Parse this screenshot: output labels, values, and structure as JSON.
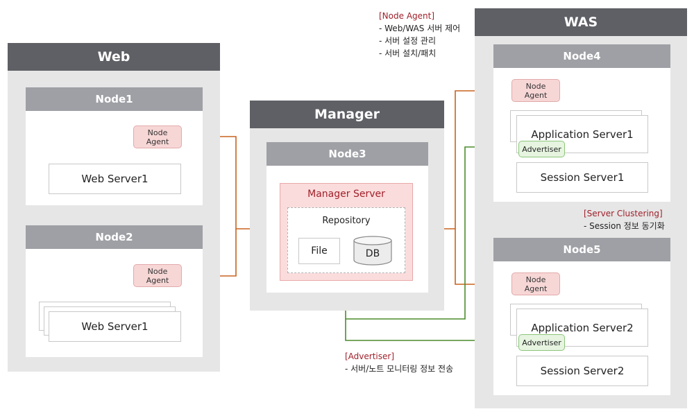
{
  "groups": {
    "web": "Web",
    "manager": "Manager",
    "was": "WAS"
  },
  "nodes": {
    "node1": "Node1",
    "node2": "Node2",
    "node3": "Node3",
    "node4": "Node4",
    "node5": "Node5"
  },
  "agent_label": "Node\nAgent",
  "advertiser_label": "Advertiser",
  "servers": {
    "web1": "Web Server1",
    "web2": "Web Server1",
    "manager_server": "Manager Server",
    "repository": "Repository",
    "file": "File",
    "db": "DB",
    "app1": "Application Server1",
    "session1": "Session Server1",
    "app2": "Application Server2",
    "session2": "Session Server2"
  },
  "notes": {
    "node_agent": {
      "title": "[Node Agent]",
      "lines": [
        "- Web/WAS 서버 제어",
        "- 서버 설정 관리",
        "- 서버 설치/패치"
      ]
    },
    "clustering": {
      "title": "[Server Clustering]",
      "lines": [
        "- Session 정보 동기화"
      ]
    },
    "advertiser": {
      "title": "[Advertiser]",
      "lines": [
        "- 서버/노트 모니터링 정보 전송"
      ]
    }
  },
  "colors": {
    "group_header": "#5f6065",
    "node_header": "#9fa0a5",
    "agent_fill": "#f7d6d6",
    "advertiser_fill": "#e6f4e0",
    "agent_line": "#c8621e",
    "advertiser_line": "#4a8c2a",
    "note_title": "#a0202a"
  }
}
